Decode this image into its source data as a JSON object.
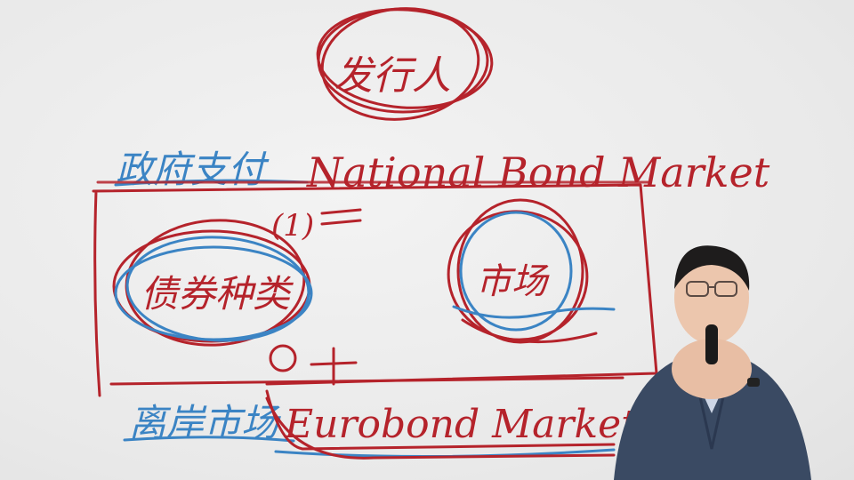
{
  "board": {
    "top_label": "发行人",
    "left_top_label": "政府支付",
    "national_market": "National Bond Market",
    "marker_number": "(1)",
    "left_circle_label": "债券种类",
    "right_circle_label": "市场",
    "euro_market": "Eurobond Market",
    "bottom_left_label": "离岸市场"
  },
  "colors": {
    "ink_red": "#b5232b",
    "ink_blue": "#3b84c4",
    "board_bg": "#ececec",
    "jacket": "#3a4a63"
  },
  "icons": [
    "presenter-figure",
    "microphone-icon"
  ]
}
